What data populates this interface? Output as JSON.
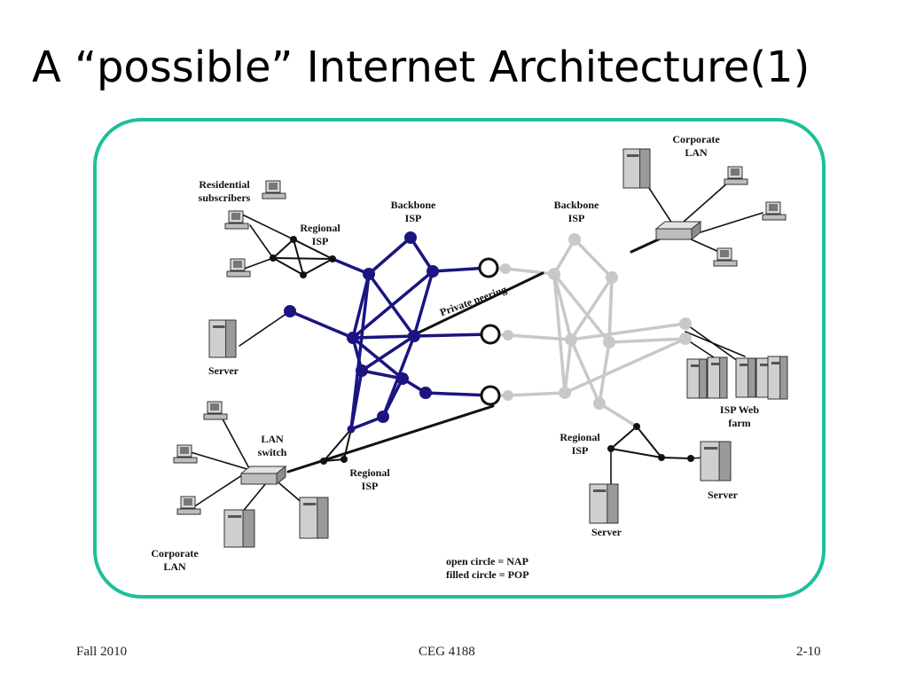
{
  "slide": {
    "title": "A “possible” Internet Architecture(1)"
  },
  "colors": {
    "frame": "#1fbf9a",
    "backbone_a": "#1a1580",
    "backbone_b": "#c8c8c8",
    "link": "#111111"
  },
  "diagram": {
    "labels": {
      "residential_subscribers": [
        "Residential",
        "subscribers"
      ],
      "regional_isp_top_left": [
        "Regional",
        "ISP"
      ],
      "backbone_isp_left": [
        "Backbone",
        "ISP"
      ],
      "backbone_isp_right": [
        "Backbone",
        "ISP"
      ],
      "corporate_lan_top_right": [
        "Corporate",
        "LAN"
      ],
      "private_peering": "Private peering",
      "server_left": "Server",
      "lan_switch": [
        "LAN",
        "switch"
      ],
      "regional_isp_bottom": [
        "Regional",
        "ISP"
      ],
      "corporate_lan_bottom_left": [
        "Corporate",
        "LAN"
      ],
      "isp_web_farm": [
        "ISP Web",
        "farm"
      ],
      "regional_isp_right": [
        "Regional",
        "ISP"
      ],
      "server_right": "Server",
      "server_bottom": "Server"
    },
    "legend": [
      "open circle = NAP",
      "filled circle = POP"
    ]
  },
  "footer": {
    "left": "Fall 2010",
    "center": "CEG 4188",
    "right": "2-10"
  }
}
